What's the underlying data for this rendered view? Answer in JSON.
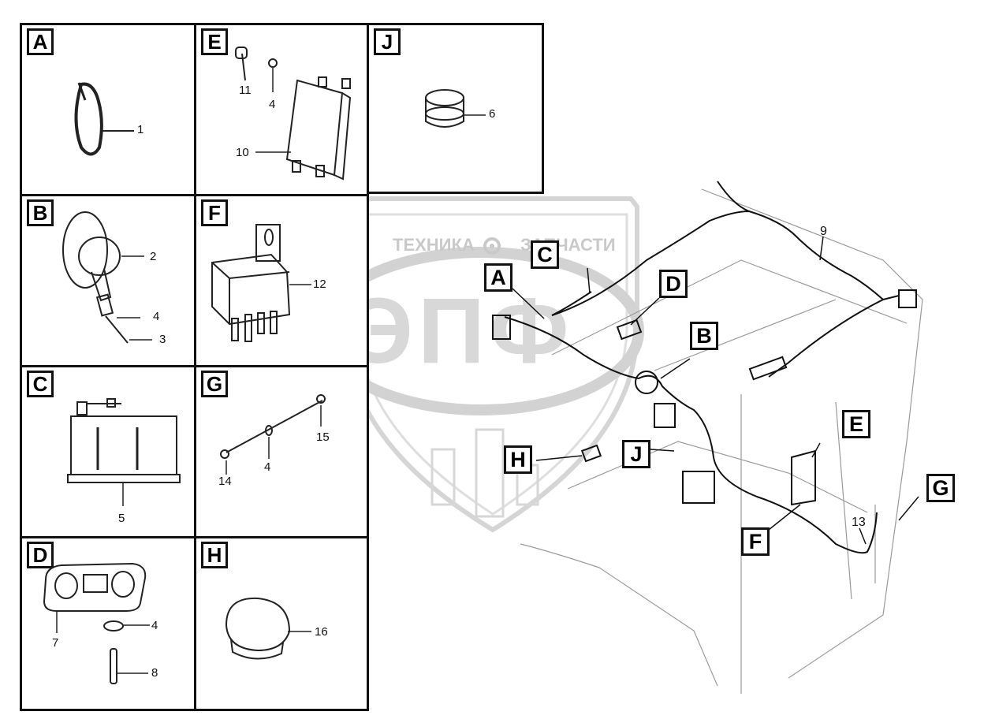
{
  "watermark": {
    "top_left": "ТЕХНИКА",
    "top_right": "ЗАПЧАСТИ",
    "logo": "ЭПФ"
  },
  "panels": [
    {
      "letter": "A",
      "parts": [
        "1"
      ]
    },
    {
      "letter": "E",
      "parts": [
        "11",
        "4",
        "10"
      ]
    },
    {
      "letter": "J",
      "parts": [
        "6"
      ]
    },
    {
      "letter": "B",
      "parts": [
        "2",
        "4",
        "3"
      ]
    },
    {
      "letter": "F",
      "parts": [
        "12"
      ]
    },
    {
      "letter": "C",
      "parts": [
        "5"
      ]
    },
    {
      "letter": "G",
      "parts": [
        "15",
        "14",
        "4"
      ]
    },
    {
      "letter": "D",
      "parts": [
        "4",
        "7",
        "8"
      ]
    },
    {
      "letter": "H",
      "parts": [
        "16"
      ]
    }
  ],
  "main_view": {
    "callouts": [
      "A",
      "C",
      "D",
      "B",
      "E",
      "F",
      "G",
      "H",
      "J"
    ],
    "part_numbers": [
      "9",
      "13"
    ]
  }
}
